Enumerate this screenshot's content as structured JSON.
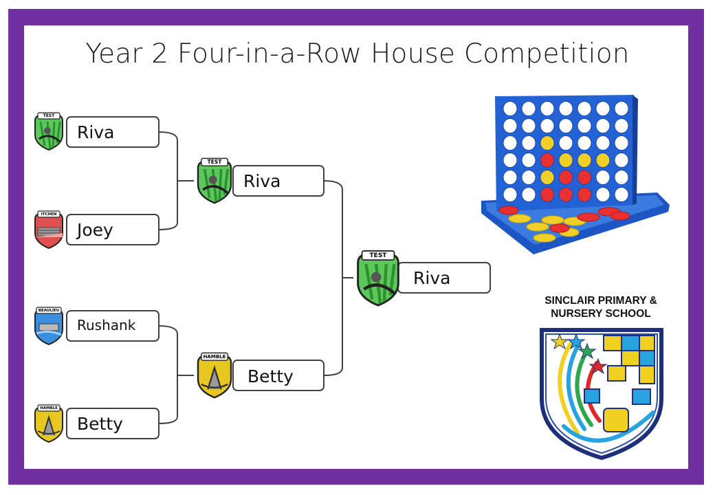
{
  "title": "Year 2 Four-in-a-Row House Competition",
  "bracket": {
    "round1": [
      {
        "name": "Riva",
        "house": "TEST"
      },
      {
        "name": "Joey",
        "house": "ITCHEN"
      },
      {
        "name": "Rushank",
        "house": "BEAULIEU"
      },
      {
        "name": "Betty",
        "house": "HAMBLE"
      }
    ],
    "round2": [
      {
        "name": "Riva",
        "house": "TEST"
      },
      {
        "name": "Betty",
        "house": "HAMBLE"
      }
    ],
    "final": {
      "name": "Riva",
      "house": "TEST"
    }
  },
  "school": {
    "line1": "SINCLAIR PRIMARY &",
    "line2": "NURSERY SCHOOL"
  },
  "colors": {
    "frame": "#7030a0",
    "test": "#5cc85c",
    "itchen": "#e05050",
    "beaulieu": "#3a8fe0",
    "hamble": "#e8c820",
    "game_blue": "#1f5ccc"
  },
  "icons": {
    "house_crest": "shield-icon",
    "game": "four-in-a-row-game-image",
    "school_badge": "school-crest-icon"
  }
}
